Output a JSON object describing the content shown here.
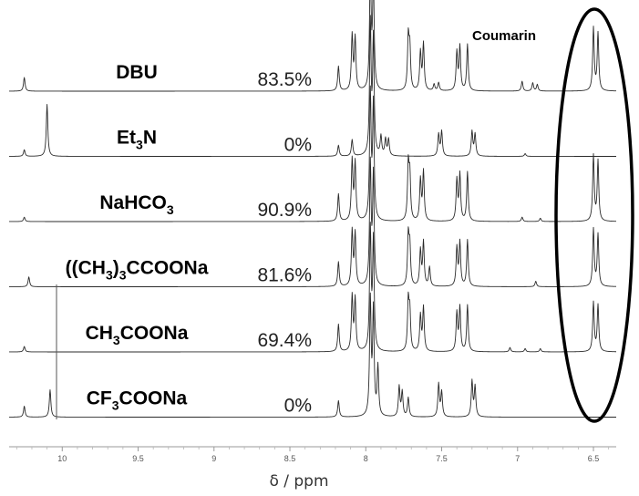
{
  "chart_data": {
    "type": "line",
    "title": "",
    "xlabel": "δ / ppm",
    "ylabel": "",
    "x_reversed": true,
    "xlim": [
      10.35,
      6.35
    ],
    "x_ticks": [
      10,
      9.5,
      9,
      8.5,
      8,
      7.5,
      7,
      6.5
    ],
    "x_tick_labels": [
      "10",
      "9.5",
      "9",
      "8.5",
      "8",
      "7.5",
      "7",
      "6.5"
    ],
    "grid": false,
    "annotation": {
      "text": "Coumarin",
      "highlight_region_ppm": [
        6.7,
        6.35
      ],
      "shape": "ellipse"
    },
    "series": [
      {
        "base": "DBU",
        "label_parts": [
          [
            "DBU",
            false
          ]
        ],
        "yield": "83.5%",
        "peaks": [
          [
            10.25,
            0.25
          ],
          [
            8.18,
            0.45
          ],
          [
            8.09,
            1.0
          ],
          [
            8.07,
            0.95
          ],
          [
            7.97,
            2.2
          ],
          [
            7.95,
            2.0
          ],
          [
            7.72,
            0.95
          ],
          [
            7.71,
            0.75
          ],
          [
            7.64,
            0.7
          ],
          [
            7.62,
            0.85
          ],
          [
            7.55,
            0.12
          ],
          [
            7.52,
            0.15
          ],
          [
            7.4,
            0.7
          ],
          [
            7.38,
            0.8
          ],
          [
            7.33,
            0.85
          ],
          [
            6.97,
            0.18
          ],
          [
            6.9,
            0.15
          ],
          [
            6.87,
            0.12
          ],
          [
            6.5,
            1.15
          ],
          [
            6.47,
            1.05
          ]
        ]
      },
      {
        "base": "Et3N",
        "label_parts": [
          [
            "Et",
            false
          ],
          [
            "3",
            true
          ],
          [
            "N",
            false
          ]
        ],
        "yield": "0%",
        "peaks": [
          [
            10.25,
            0.12
          ],
          [
            10.1,
            0.95
          ],
          [
            8.18,
            0.2
          ],
          [
            8.09,
            0.3
          ],
          [
            7.97,
            2.4
          ],
          [
            7.95,
            2.1
          ],
          [
            7.9,
            0.35
          ],
          [
            7.87,
            0.3
          ],
          [
            7.85,
            0.3
          ],
          [
            7.52,
            0.4
          ],
          [
            7.5,
            0.45
          ],
          [
            7.3,
            0.45
          ],
          [
            7.28,
            0.4
          ],
          [
            6.95,
            0.05
          ]
        ]
      },
      {
        "base": "NaHCO3",
        "label_parts": [
          [
            "NaHCO",
            false
          ],
          [
            "3",
            true
          ]
        ],
        "yield": "90.9%",
        "peaks": [
          [
            10.25,
            0.08
          ],
          [
            8.18,
            0.5
          ],
          [
            8.09,
            1.1
          ],
          [
            8.07,
            1.05
          ],
          [
            7.97,
            2.3
          ],
          [
            7.95,
            2.1
          ],
          [
            7.72,
            1.0
          ],
          [
            7.71,
            0.8
          ],
          [
            7.64,
            0.75
          ],
          [
            7.62,
            0.9
          ],
          [
            7.4,
            0.75
          ],
          [
            7.38,
            0.85
          ],
          [
            7.33,
            0.9
          ],
          [
            6.97,
            0.08
          ],
          [
            6.85,
            0.06
          ],
          [
            6.5,
            1.2
          ],
          [
            6.47,
            1.1
          ]
        ]
      },
      {
        "base": "((CH3)3CCOONa",
        "label_parts": [
          [
            "((CH",
            false
          ],
          [
            "3",
            true
          ],
          [
            ")",
            false
          ],
          [
            "3",
            true
          ],
          [
            "CCOONa",
            false
          ]
        ],
        "yield": "81.6%",
        "peaks": [
          [
            10.22,
            0.18
          ],
          [
            8.18,
            0.45
          ],
          [
            8.09,
            1.0
          ],
          [
            8.07,
            0.95
          ],
          [
            7.97,
            2.2
          ],
          [
            7.95,
            2.0
          ],
          [
            7.72,
            0.9
          ],
          [
            7.71,
            0.7
          ],
          [
            7.64,
            0.65
          ],
          [
            7.62,
            0.8
          ],
          [
            7.58,
            0.35
          ],
          [
            7.4,
            0.7
          ],
          [
            7.38,
            0.8
          ],
          [
            7.33,
            0.85
          ],
          [
            6.88,
            0.1
          ],
          [
            6.5,
            1.05
          ],
          [
            6.47,
            0.95
          ]
        ]
      },
      {
        "base": "CH3COONa",
        "label_parts": [
          [
            "CH",
            false
          ],
          [
            "3",
            true
          ],
          [
            "COONa",
            false
          ]
        ],
        "yield": "69.4%",
        "peaks": [
          [
            10.25,
            0.1
          ],
          [
            8.18,
            0.5
          ],
          [
            8.09,
            1.0
          ],
          [
            8.07,
            0.95
          ],
          [
            7.97,
            2.2
          ],
          [
            7.95,
            2.0
          ],
          [
            7.72,
            0.9
          ],
          [
            7.71,
            0.7
          ],
          [
            7.64,
            0.65
          ],
          [
            7.62,
            0.8
          ],
          [
            7.4,
            0.7
          ],
          [
            7.38,
            0.8
          ],
          [
            7.33,
            0.85
          ],
          [
            7.05,
            0.08
          ],
          [
            6.95,
            0.06
          ],
          [
            6.85,
            0.06
          ],
          [
            6.5,
            0.9
          ],
          [
            6.47,
            0.85
          ]
        ]
      },
      {
        "base": "CF3COONa",
        "label_parts": [
          [
            "CF",
            false
          ],
          [
            "3",
            true
          ],
          [
            "COONa",
            false
          ]
        ],
        "yield": "0%",
        "peaks": [
          [
            10.25,
            0.2
          ],
          [
            10.08,
            0.5
          ],
          [
            8.18,
            0.3
          ],
          [
            7.97,
            2.1
          ],
          [
            7.95,
            1.9
          ],
          [
            7.92,
            0.9
          ],
          [
            7.78,
            0.55
          ],
          [
            7.76,
            0.45
          ],
          [
            7.72,
            0.35
          ],
          [
            7.52,
            0.6
          ],
          [
            7.5,
            0.45
          ],
          [
            7.3,
            0.65
          ],
          [
            7.28,
            0.55
          ]
        ]
      }
    ]
  }
}
